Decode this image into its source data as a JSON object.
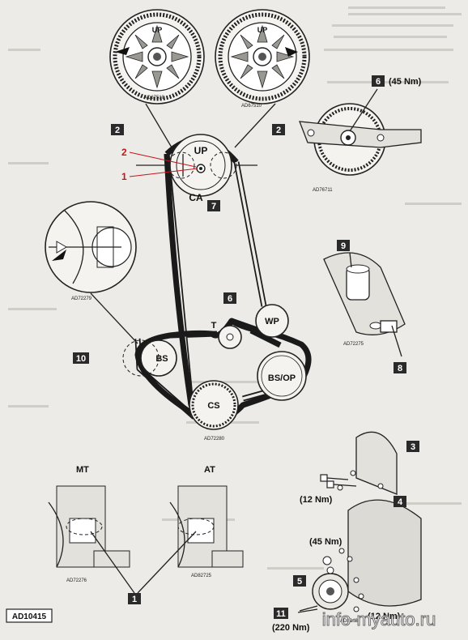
{
  "pulleys": {
    "ca": "CA",
    "up_main": "UP",
    "up_left": "UP",
    "up_right": "UP",
    "wp": "WP",
    "t": "T",
    "bs": "BS",
    "bsop": "BS/OP",
    "cs": "CS"
  },
  "callouts": {
    "c1": "1",
    "c2a": "2",
    "c2b": "2",
    "c3": "3",
    "c4": "4",
    "c5": "5",
    "c6a": "6",
    "c6b": "6",
    "c7": "7",
    "c8": "8",
    "c9": "9",
    "c10": "10",
    "c11": "11"
  },
  "red_markers": {
    "m1": "1",
    "m2": "2"
  },
  "torques": {
    "t45_top": "(45 Nm)",
    "t12_a": "(12 Nm)",
    "t45_b": "(45 Nm)",
    "t12_b": "(12 Nm)",
    "t220": "(220 Nm)"
  },
  "gearbox_labels": {
    "mt": "MT",
    "at": "AT"
  },
  "ref_codes": {
    "ad67510_a": "AD67510",
    "ad67510_b": "AD67510",
    "ad76711": "AD76711",
    "ad72279": "AD72279",
    "ad72275": "AD72275",
    "ad72280": "AD72280",
    "ad72276": "AD72276",
    "ad82725": "AD82725",
    "ad82487": "AD82487",
    "figure_id": "AD10415"
  },
  "watermark": "info-myauto.ru",
  "colors": {
    "ink": "#1a1a1a",
    "paper": "#ecebe7",
    "marker": "#c4161c",
    "tag": "#2a2a2a"
  }
}
